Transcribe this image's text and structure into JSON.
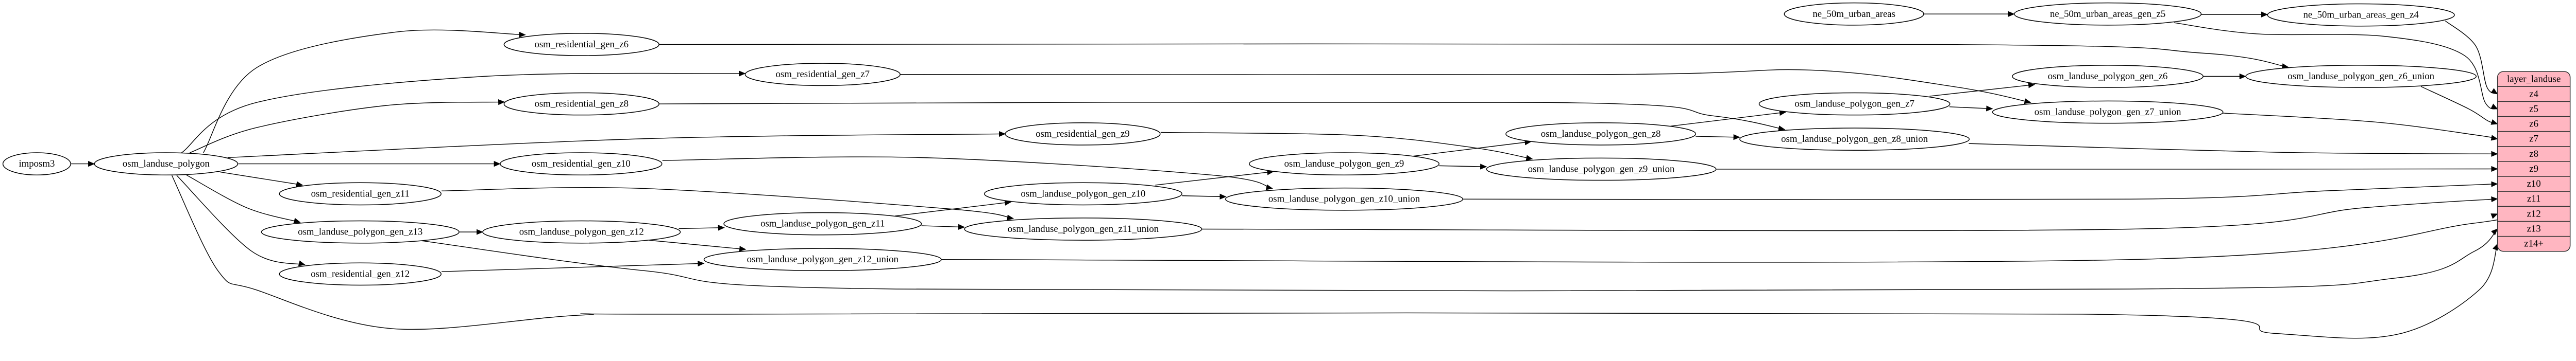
{
  "graph": {
    "nodes": [
      {
        "id": "imposm3",
        "label": "imposm3"
      },
      {
        "id": "olp",
        "label": "osm_landuse_polygon"
      },
      {
        "id": "res_z6",
        "label": "osm_residential_gen_z6"
      },
      {
        "id": "res_z7",
        "label": "osm_residential_gen_z7"
      },
      {
        "id": "res_z8",
        "label": "osm_residential_gen_z8"
      },
      {
        "id": "res_z9",
        "label": "osm_residential_gen_z9"
      },
      {
        "id": "res_z10",
        "label": "osm_residential_gen_z10"
      },
      {
        "id": "res_z11",
        "label": "osm_residential_gen_z11"
      },
      {
        "id": "gen_z13",
        "label": "osm_landuse_polygon_gen_z13"
      },
      {
        "id": "res_z12",
        "label": "osm_residential_gen_z12"
      },
      {
        "id": "gen_z12",
        "label": "osm_landuse_polygon_gen_z12"
      },
      {
        "id": "gen_z11",
        "label": "osm_landuse_polygon_gen_z11"
      },
      {
        "id": "z12_union",
        "label": "osm_landuse_polygon_gen_z12_union"
      },
      {
        "id": "gen_z10",
        "label": "osm_landuse_polygon_gen_z10"
      },
      {
        "id": "z11_union",
        "label": "osm_landuse_polygon_gen_z11_union"
      },
      {
        "id": "gen_z9",
        "label": "osm_landuse_polygon_gen_z9"
      },
      {
        "id": "z10_union",
        "label": "osm_landuse_polygon_gen_z10_union"
      },
      {
        "id": "gen_z8",
        "label": "osm_landuse_polygon_gen_z8"
      },
      {
        "id": "z9_union",
        "label": "osm_landuse_polygon_gen_z9_union"
      },
      {
        "id": "gen_z7",
        "label": "osm_landuse_polygon_gen_z7"
      },
      {
        "id": "z8_union",
        "label": "osm_landuse_polygon_gen_z8_union"
      },
      {
        "id": "ne_urban",
        "label": "ne_50m_urban_areas"
      },
      {
        "id": "ne_z5",
        "label": "ne_50m_urban_areas_gen_z5"
      },
      {
        "id": "ne_z4",
        "label": "ne_50m_urban_areas_gen_z4"
      },
      {
        "id": "gen_z6",
        "label": "osm_landuse_polygon_gen_z6"
      },
      {
        "id": "z6_union",
        "label": "osm_landuse_polygon_gen_z6_union"
      },
      {
        "id": "z7_union",
        "label": "osm_landuse_polygon_gen_z7_union"
      }
    ],
    "layer": {
      "title": "layer_landuse",
      "fill": "#ffb6c1",
      "rows": [
        "z4",
        "z5",
        "z6",
        "z7",
        "z8",
        "z9",
        "z10",
        "z11",
        "z12",
        "z13",
        "z14+"
      ]
    },
    "edges": [
      {
        "from": "imposm3",
        "to": "olp"
      },
      {
        "from": "olp",
        "to": "res_z6"
      },
      {
        "from": "olp",
        "to": "res_z7"
      },
      {
        "from": "olp",
        "to": "res_z8"
      },
      {
        "from": "olp",
        "to": "res_z9"
      },
      {
        "from": "olp",
        "to": "res_z10"
      },
      {
        "from": "olp",
        "to": "res_z11"
      },
      {
        "from": "olp",
        "to": "gen_z13"
      },
      {
        "from": "olp",
        "to": "res_z12"
      },
      {
        "from": "olp",
        "to": "layer:z14+"
      },
      {
        "from": "res_z6",
        "to": "z6_union"
      },
      {
        "from": "res_z7",
        "to": "z7_union"
      },
      {
        "from": "res_z8",
        "to": "z8_union"
      },
      {
        "from": "res_z9",
        "to": "z9_union"
      },
      {
        "from": "res_z10",
        "to": "z10_union"
      },
      {
        "from": "res_z11",
        "to": "z11_union"
      },
      {
        "from": "res_z12",
        "to": "z12_union"
      },
      {
        "from": "gen_z13",
        "to": "gen_z12"
      },
      {
        "from": "gen_z13",
        "to": "layer:z13"
      },
      {
        "from": "gen_z12",
        "to": "gen_z11"
      },
      {
        "from": "gen_z12",
        "to": "z12_union"
      },
      {
        "from": "gen_z11",
        "to": "gen_z10"
      },
      {
        "from": "gen_z11",
        "to": "z11_union"
      },
      {
        "from": "gen_z10",
        "to": "gen_z9"
      },
      {
        "from": "gen_z10",
        "to": "z10_union"
      },
      {
        "from": "gen_z9",
        "to": "gen_z8"
      },
      {
        "from": "gen_z9",
        "to": "z9_union"
      },
      {
        "from": "gen_z8",
        "to": "gen_z7"
      },
      {
        "from": "gen_z8",
        "to": "z8_union"
      },
      {
        "from": "gen_z7",
        "to": "gen_z6"
      },
      {
        "from": "gen_z7",
        "to": "z7_union"
      },
      {
        "from": "gen_z6",
        "to": "z6_union"
      },
      {
        "from": "ne_urban",
        "to": "ne_z5"
      },
      {
        "from": "ne_z5",
        "to": "ne_z4"
      },
      {
        "from": "ne_z5",
        "to": "layer:z5"
      },
      {
        "from": "ne_z4",
        "to": "layer:z4"
      },
      {
        "from": "z6_union",
        "to": "layer:z6"
      },
      {
        "from": "z7_union",
        "to": "layer:z7"
      },
      {
        "from": "z8_union",
        "to": "layer:z8"
      },
      {
        "from": "z9_union",
        "to": "layer:z9"
      },
      {
        "from": "z10_union",
        "to": "layer:z10"
      },
      {
        "from": "z11_union",
        "to": "layer:z11"
      },
      {
        "from": "z12_union",
        "to": "layer:z12"
      }
    ]
  }
}
